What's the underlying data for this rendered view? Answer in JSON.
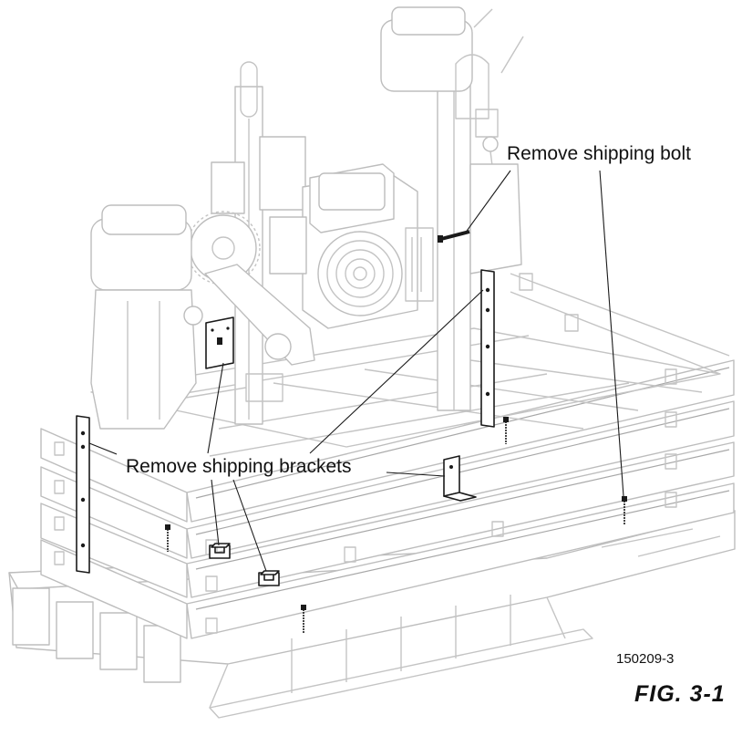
{
  "figure": {
    "callout_bolt": "Remove shipping bolt",
    "callout_brackets": "Remove shipping brackets",
    "drawing_code": "150209-3",
    "figure_number": "FIG.  3-1"
  }
}
